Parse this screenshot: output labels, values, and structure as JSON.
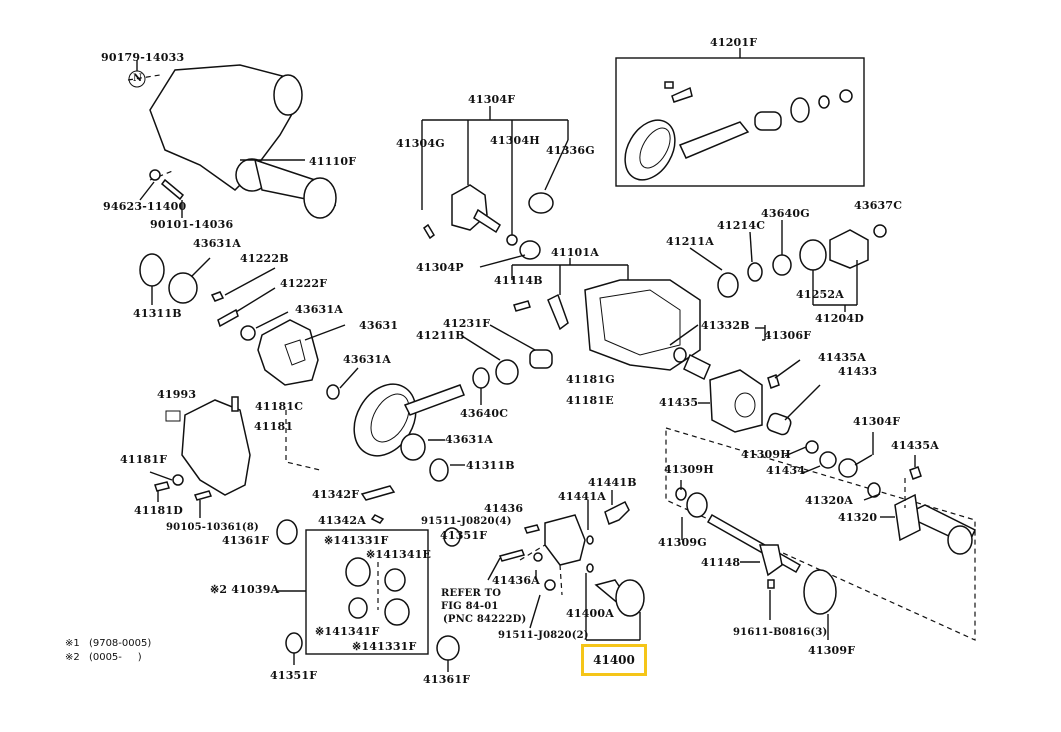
{
  "diagram": {
    "title": "Rear Axle Housing & Differential — Exploded Parts Diagram",
    "highlighted_part": "41400",
    "highlight_color": "#F5C518",
    "notes": [
      {
        "mark": "※1",
        "text": "(9708-0005)"
      },
      {
        "mark": "※2",
        "text": "(0005-     )"
      }
    ],
    "labels": {
      "p90179_14033": "90179-14033",
      "n_marker": "N",
      "p41110F": "41110F",
      "p94623_11400": "94623-11400",
      "p90101_14036": "90101-14036",
      "p41201F": "41201F",
      "p41304F_top": "41304F",
      "p41304G": "41304G",
      "p41304H": "41304H",
      "p41336G": "41336G",
      "p41304P_a": "41304P",
      "p41101A": "41101A",
      "p41114B": "41114B",
      "p41211A": "41211A",
      "p41214C": "41214C",
      "p43640G": "43640G",
      "p43637C": "43637C",
      "p41252A": "41252A",
      "p41204D": "41204D",
      "p43631A_1": "43631A",
      "p41222B": "41222B",
      "p41222F": "41222F",
      "p41311B_1": "41311B",
      "p43631A_2": "43631A",
      "p43631": "43631",
      "p43631A_3": "43631A",
      "p41231F": "41231F",
      "p41211B": "41211B",
      "p41332B": "41332B",
      "p41306F": "41306F",
      "p41435A_1": "41435A",
      "p41433": "41433",
      "p41435": "41435",
      "p41181G": "41181G",
      "p41181E": "41181E",
      "p41993": "41993",
      "p41181C": "41181C",
      "p41181": "41181",
      "p43640C": "43640C",
      "p43631A_4": "43631A",
      "p41311B_2": "41311B",
      "p41181F": "41181F",
      "p41181D": "41181D",
      "p90105_10361": "90105-10361(8)",
      "p41304F_r": "41304F",
      "p41309H_1": "41309H",
      "p41434": "41434",
      "p41435A_2": "41435A",
      "p41309H_2": "41309H",
      "p41320A": "41320A",
      "p41320": "41320",
      "p41342F": "41342F",
      "p41342A": "41342A",
      "p41361F_1": "41361F",
      "p41331F_1": "※141331F",
      "p41341E": "※141341E",
      "p41341F": "※141341F",
      "p41331F_2": "※141331F",
      "p41039A": "※2 41039A",
      "p41351F_1": "41351F",
      "p41351F_2": "41351F",
      "p41361F_2": "41361F",
      "p41436": "41436",
      "p91511_J0820_4": "91511-J0820(4)",
      "p41441A": "41441A",
      "p41441B": "41441B",
      "refer_1": "REFER TO",
      "refer_2": "FIG 84-01",
      "refer_3": "(PNC 84222D)",
      "p41436A": "41436A",
      "p91511_J0820_2": "91511-J0820(2)",
      "p41400A": "41400A",
      "p41400": "41400",
      "p41309G": "41309G",
      "p41148": "41148",
      "p91611_B0816": "91611-B0816(3)",
      "p41309F": "41309F"
    }
  }
}
